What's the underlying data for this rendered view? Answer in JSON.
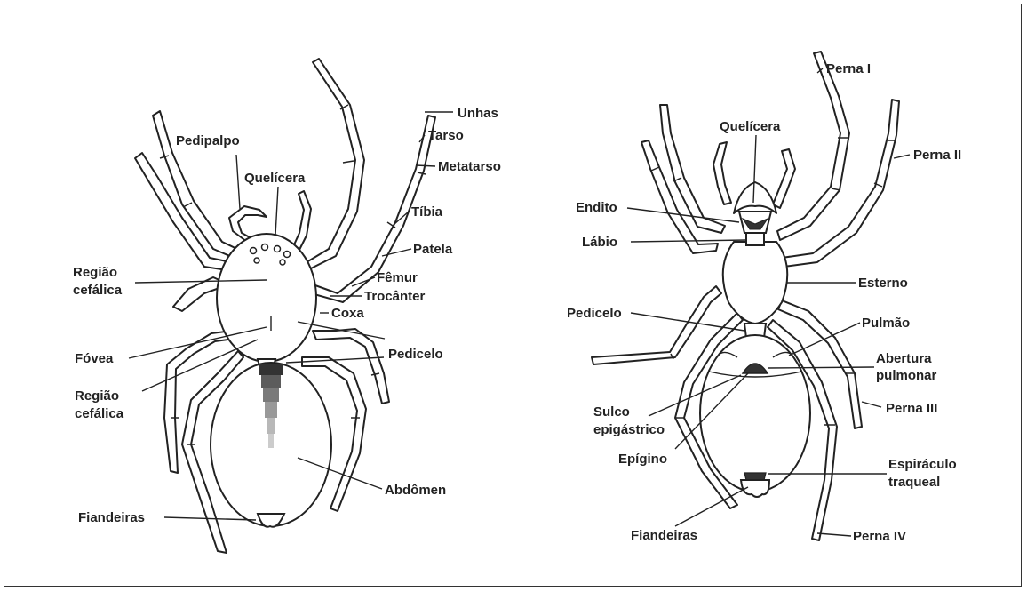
{
  "dorsal_view": {
    "labels": {
      "unhas": "Unhas",
      "tarso": "Tarso",
      "metatarso": "Metatarso",
      "tibia": "Tíbia",
      "patela": "Patela",
      "femur": "Fêmur",
      "trocanter": "Trocânter",
      "coxa": "Coxa",
      "pedicelo": "Pedicelo",
      "abdomen": "Abdômen",
      "fiandeiras": "Fiandeiras",
      "pedipalpo": "Pedipalpo",
      "quelicera": "Quelícera",
      "regiao_cefalica_1_l1": "Região",
      "regiao_cefalica_1_l2": "cefálica",
      "fovea": "Fóvea",
      "regiao_cefalica_2_l1": "Região",
      "regiao_cefalica_2_l2": "cefálica"
    }
  },
  "ventral_view": {
    "labels": {
      "perna_i": "Perna I",
      "perna_ii": "Perna II",
      "perna_iii": "Perna III",
      "perna_iv": "Perna IV",
      "quelicera": "Quelícera",
      "endito": "Endito",
      "labio": "Lábio",
      "esterno": "Esterno",
      "pedicelo": "Pedicelo",
      "pulmao": "Pulmão",
      "abertura_l1": "Abertura",
      "abertura_l2": "pulmonar",
      "sulco_l1": "Sulco",
      "sulco_l2": "epigástrico",
      "epigino": "Epígino",
      "espiraculo_l1": "Espiráculo",
      "espiraculo_l2": "traqueal",
      "fiandeiras": "Fiandeiras"
    }
  }
}
